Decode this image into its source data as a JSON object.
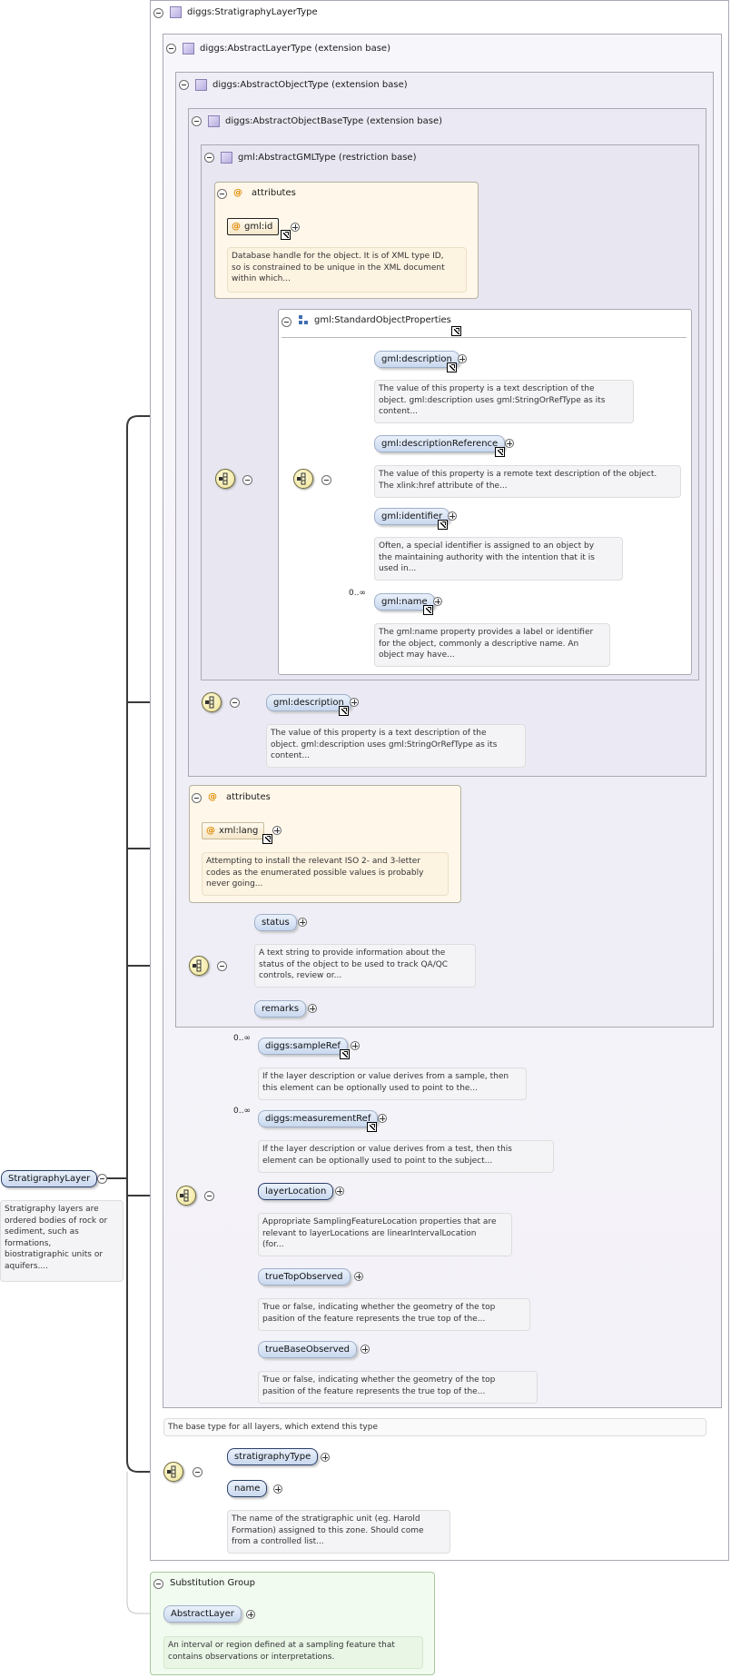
{
  "diagram": {
    "root": {
      "name": "StratigraphyLayer",
      "doc": [
        "Stratigraphy layers are",
        "ordered bodies of rock or",
        "sediment, such as",
        "formations,",
        "biostratigraphic units or",
        "aquifers...."
      ]
    },
    "complex_type": {
      "name": "diggs:StratigraphyLayerType"
    },
    "abstract_layer": {
      "name": "diggs:AbstractLayerType (extension base)",
      "doc": "The base type for all layers, which extend this type"
    },
    "abstract_object": {
      "name": "diggs:AbstractObjectType (extension base)"
    },
    "abstract_object_base": {
      "name": "diggs:AbstractObjectBaseType (extension base)"
    },
    "gml_type": {
      "name": "gml:AbstractGMLType (restriction base)",
      "attributes_title": "attributes",
      "id_attr": "gml:id",
      "id_doc": [
        "Database handle for the object. It is of XML type ID,",
        "so is constrained to be unique in the XML document",
        "within which..."
      ],
      "group_name": "gml:StandardObjectProperties",
      "group_items": [
        {
          "name": "gml:description",
          "doc": [
            "The value of this property is a text description of the",
            "object. gml:description uses gml:StringOrRefType as its",
            "content..."
          ]
        },
        {
          "name": "gml:descriptionReference",
          "doc": [
            "The value of this property is a remote text description of the object.",
            "The xlink:href attribute of the..."
          ]
        },
        {
          "name": "gml:identifier",
          "doc": [
            "Often, a special identifier is assigned to an object by",
            "the maintaining authority with the intention that it is",
            "used in..."
          ]
        },
        {
          "name": "gml:name",
          "cardinality": "0..∞",
          "doc": [
            "The gml:name property provides a label or identifier",
            "for the object, commonly a descriptive name. An",
            "object may have..."
          ]
        }
      ]
    },
    "base_description": {
      "name": "gml:description",
      "doc": [
        "The value of this property is a text description of the",
        "object. gml:description uses gml:StringOrRefType as its",
        "content..."
      ]
    },
    "object_attributes": {
      "title": "attributes",
      "attr": "xml:lang",
      "doc": [
        "Attempting to install the relevant ISO 2- and 3-letter",
        "codes as the enumerated possible values is probably",
        "never going..."
      ]
    },
    "object_elements": [
      {
        "name": "status",
        "doc": [
          "A text string to provide information about the",
          "status of the object to be used to track QA/QC",
          "controls, review or..."
        ]
      },
      {
        "name": "remarks"
      }
    ],
    "layer_elements": [
      {
        "name": "diggs:sampleRef",
        "cardinality": "0..∞",
        "doc": [
          "If the layer description or value derives from a sample, then",
          "this element can be optionally used to point to the..."
        ]
      },
      {
        "name": "diggs:measurementRef",
        "cardinality": "0..∞",
        "doc": [
          "If the layer description or value derives from a test, then this",
          "element can be optionally used to point to the subject..."
        ]
      },
      {
        "name": "layerLocation",
        "doc": [
          "Appropriate SamplingFeatureLocation properties that are",
          "relevant to layerLocations are linearIntervalLocation",
          "(for..."
        ]
      },
      {
        "name": "trueTopObserved",
        "doc": [
          "True or false, indicating whether the geometry of the top",
          "pasition of the feature represents the true top of the..."
        ]
      },
      {
        "name": "trueBaseObserved",
        "doc": [
          "True or false, indicating whether the geometry of the top",
          "pasition of the feature represents the true top of the..."
        ]
      }
    ],
    "strat_elements": [
      {
        "name": "stratigraphyType"
      },
      {
        "name": "name",
        "doc": [
          "The name of the stratigraphic unit (eg. Harold",
          "Formation) assigned to this zone. Should come",
          "from a controlled list..."
        ]
      }
    ],
    "substitution": {
      "title": "Substitution Group",
      "element": "AbstractLayer",
      "doc": [
        "An interval or region defined at a sampling feature that",
        "contains observations or interpretations."
      ]
    }
  },
  "colors": {
    "container_bg": "#f3f2f8",
    "element_fill": "#c9d8ef",
    "attribute_bg": "#fff8ea",
    "substitution_bg": "#f1fbef"
  }
}
